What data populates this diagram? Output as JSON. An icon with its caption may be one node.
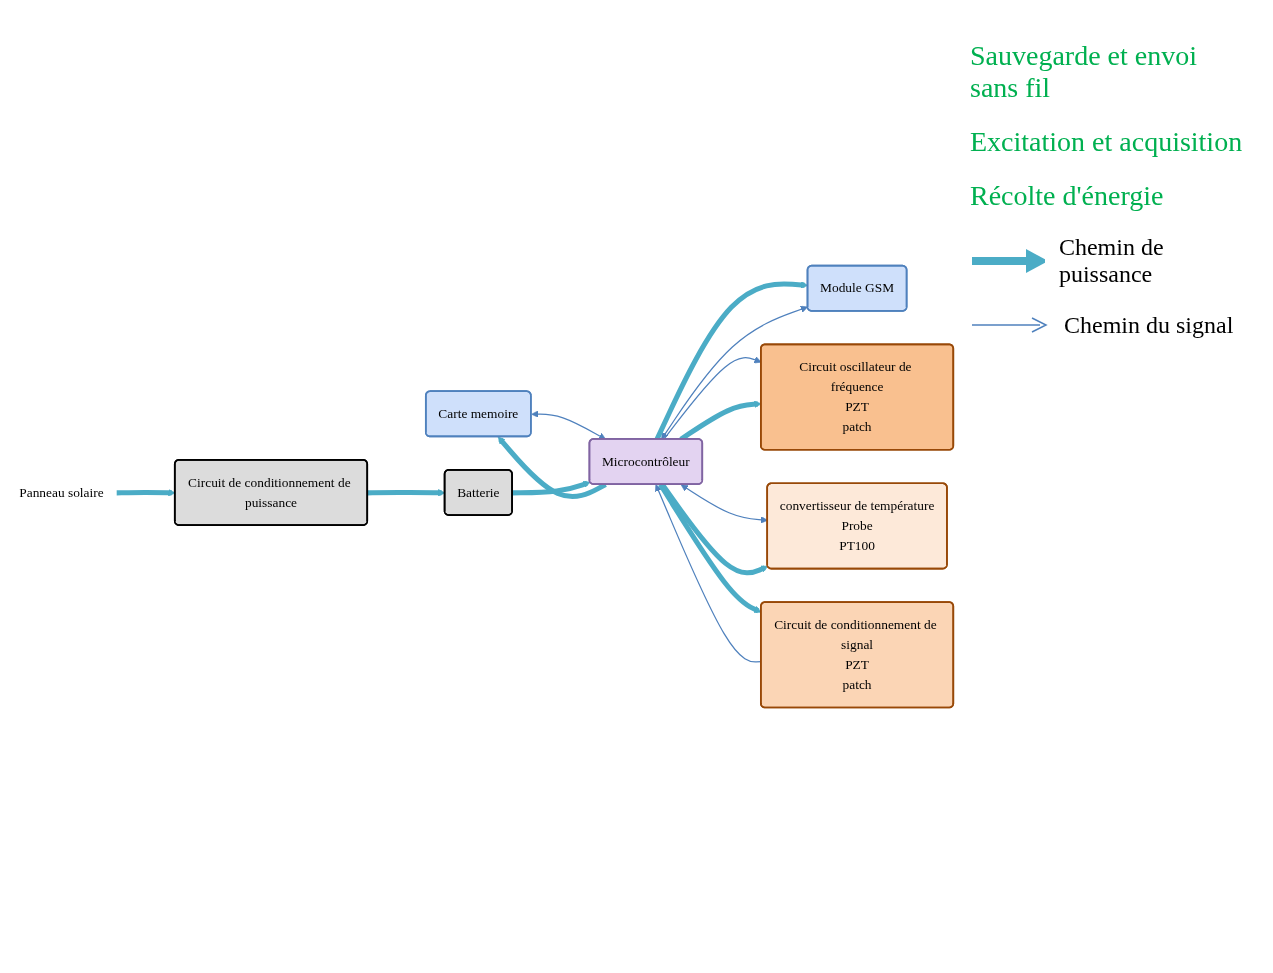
{
  "diagram": {
    "nodes": [
      {
        "text": [
          "Carte memoire"
        ]
      },
      {
        "text": [
          "Module GSM"
        ]
      },
      {
        "text": [
          "Microcontrôleur"
        ]
      },
      {
        "text": [
          "Circuit oscillateur de fréquence",
          "PZT",
          "patch"
        ]
      },
      {
        "text": [
          "Circuit de conditionnement de signal",
          "PZT",
          "patch"
        ]
      },
      {
        "text": [
          "convertisseur de température",
          "Probe",
          "PT100"
        ]
      },
      {
        "text": [
          "Batterie"
        ]
      },
      {
        "text": [
          "Circuit de conditionnement de puissance"
        ]
      },
      {
        "text": [
          "Panneau solaire"
        ]
      }
    ],
    "edges": [
      {
        "from": 0,
        "to": 2,
        "arrow": "both",
        "color": "#4f81bd"
      },
      {
        "from": 1,
        "to": 2,
        "arrow": "both",
        "color": "#4f81bd"
      },
      {
        "from": 2,
        "to": 0,
        "arrow": "to"
      },
      {
        "from": 2,
        "to": 1,
        "arrow": "to"
      },
      {
        "from": 2,
        "to": 3,
        "arrow": "to",
        "color": "#4f81bd"
      },
      {
        "from": 4,
        "to": 2,
        "arrow": "to",
        "color": "#4f81bd"
      },
      {
        "from": 2,
        "to": 5,
        "arrow": "both",
        "color": "#4f81bd"
      },
      {
        "from": 2,
        "to": 3,
        "arrow": "to"
      },
      {
        "from": 2,
        "to": 4,
        "arrow": "to"
      },
      {
        "from": 2,
        "to": 5,
        "arrow": "to"
      },
      {
        "from": 6,
        "to": 2,
        "arrow": "to"
      },
      {
        "from": 7,
        "to": 6,
        "arrow": "to"
      },
      {
        "from": 8,
        "to": 7,
        "arrow": "to"
      }
    ],
    "labels": [
      "Sauvegarde et envoi sans fil",
      "Excitation et acquisition",
      "Récolte d'énergie"
    ],
    "legend": [
      {
        "text": "Chemin de puissance"
      },
      {
        "text": "Chemin du signal"
      }
    ]
  }
}
